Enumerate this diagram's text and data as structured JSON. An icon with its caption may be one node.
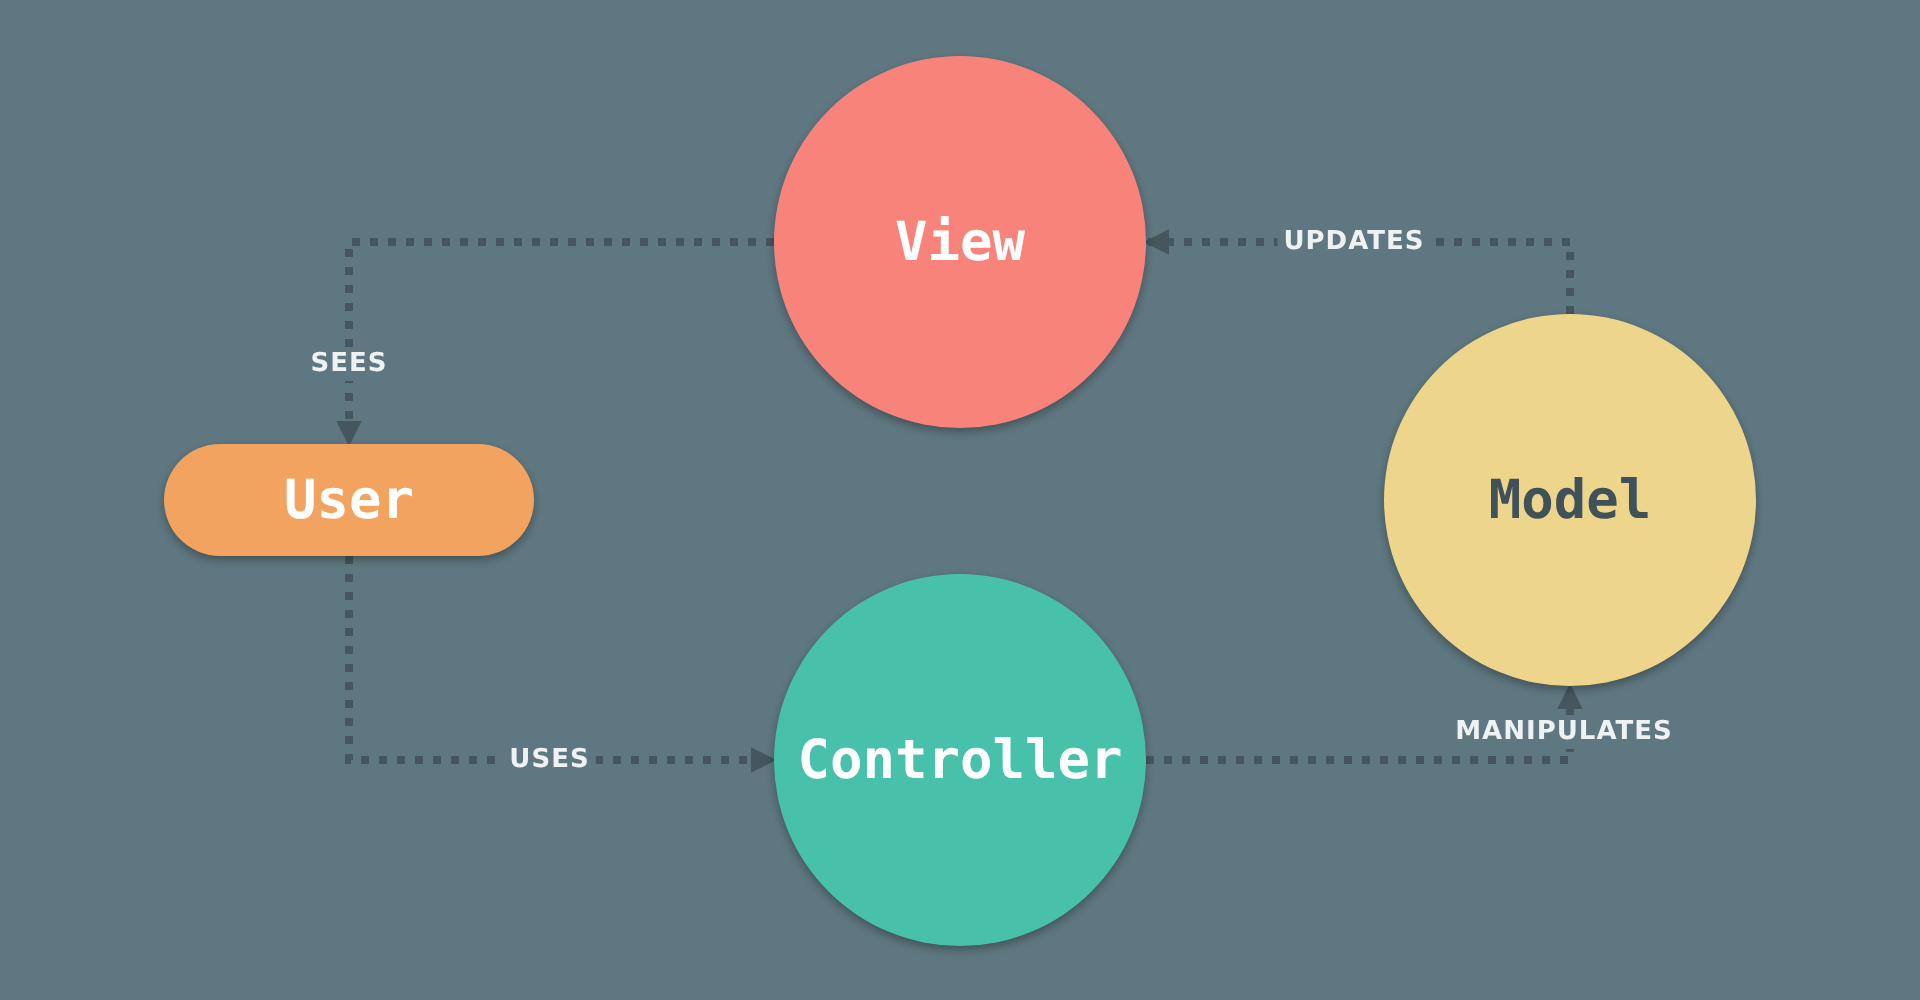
{
  "diagram": {
    "nodes": [
      {
        "text": [
          "View"
        ]
      },
      {
        "text": [
          "User"
        ]
      },
      {
        "text": [
          "Controller"
        ]
      },
      {
        "text": [
          "Model"
        ]
      }
    ],
    "edges": [
      {
        "from": 0,
        "to": 1,
        "arrow": "to",
        "label": "SEES",
        "style": "dashed"
      },
      {
        "from": 1,
        "to": 2,
        "arrow": "to",
        "label": "USES",
        "style": "dashed"
      },
      {
        "from": 2,
        "to": 3,
        "arrow": "to",
        "label": "MANIPULATES",
        "style": "dashed"
      },
      {
        "from": 3,
        "to": 0,
        "arrow": "to",
        "label": "UPDATES",
        "style": "dashed"
      }
    ]
  }
}
